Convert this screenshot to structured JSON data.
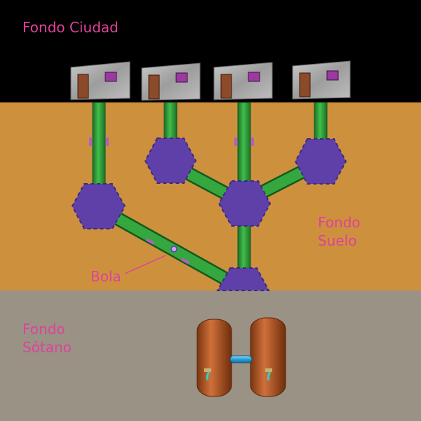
{
  "labels": {
    "city_background": "Fondo Ciudad",
    "soil_background": "Fondo\nSuelo",
    "basement_background": "Fondo\nSótano",
    "ball": "Bola"
  },
  "colors": {
    "city_background": "#000000",
    "soil_background": "#cd913e",
    "basement_background": "#9a9285",
    "label_text": "#e0419b",
    "pipe": "#2f9a3a",
    "junction": "#5e40a8",
    "junction_studs": "#b25fc3",
    "house_wall": "#a9a9a9",
    "house_door": "#8b4a2a",
    "house_window": "#9a3aa0",
    "tank": "#b8582a",
    "connector": "#33aee0"
  },
  "icons": {
    "house": "house-icon",
    "junction": "hexagon-junction-icon",
    "pipe": "pipe-icon",
    "ball": "ball-icon",
    "tank": "tank-icon",
    "faucet": "faucet-icon"
  }
}
